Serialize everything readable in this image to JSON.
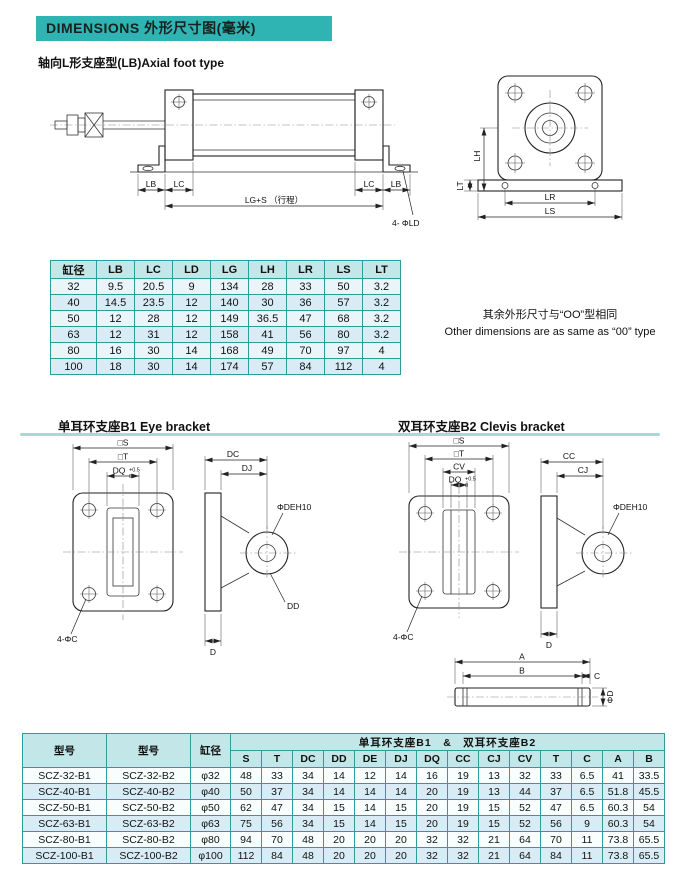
{
  "page": {
    "title": "DIMENSIONS 外形尺寸图(毫米)",
    "subtitle": "轴向L形支座型(LB)Axial foot type",
    "note_cn": "其余外形尺寸与“OO”型相同",
    "note_en": "Other dimensions are as same as “00” type",
    "section_eye": "单耳环支座B1  Eye bracket",
    "section_clevis": "双耳环支座B2  Clevis bracket"
  },
  "drawings": {
    "cyl": {
      "lb_left": "LB",
      "lc_left": "LC",
      "stroke": "LG+S （行程）",
      "lc_right": "LC",
      "lb_right": "LB",
      "foot_hole": "4- ΦLD",
      "lh": "LH",
      "lt": "LT",
      "lr": "LR",
      "ls": "LS"
    },
    "eye": {
      "s": "□S",
      "t": "□T",
      "dq": "DQ",
      "dq_tol_up": "+0.5",
      "dq_tol_dn": "0",
      "corner_holes": "4-ΦC",
      "dc": "DC",
      "dj": "DJ",
      "hole": "ΦDEH10",
      "dd": "DD",
      "d": "D"
    },
    "clevis": {
      "s": "□S",
      "t": "□T",
      "cv": "CV",
      "dq": "DQ",
      "dq_tol_up": "+0.5",
      "dq_tol_dn": "0",
      "corner_holes": "4-ΦC",
      "cc": "CC",
      "cj": "CJ",
      "hole": "ΦDEH10",
      "d": "D"
    },
    "pin": {
      "a": "A",
      "b": "B",
      "c": "C",
      "d": "ΦD"
    }
  },
  "table1": {
    "headers": [
      "缸径",
      "LB",
      "LC",
      "LD",
      "LG",
      "LH",
      "LR",
      "LS",
      "LT"
    ],
    "rows": [
      [
        "32",
        "9.5",
        "20.5",
        "9",
        "134",
        "28",
        "33",
        "50",
        "3.2"
      ],
      [
        "40",
        "14.5",
        "23.5",
        "12",
        "140",
        "30",
        "36",
        "57",
        "3.2"
      ],
      [
        "50",
        "12",
        "28",
        "12",
        "149",
        "36.5",
        "47",
        "68",
        "3.2"
      ],
      [
        "63",
        "12",
        "31",
        "12",
        "158",
        "41",
        "56",
        "80",
        "3.2"
      ],
      [
        "80",
        "16",
        "30",
        "14",
        "168",
        "49",
        "70",
        "97",
        "4"
      ],
      [
        "100",
        "18",
        "30",
        "14",
        "174",
        "57",
        "84",
        "112",
        "4"
      ]
    ]
  },
  "table2": {
    "model_b1_header": "型号",
    "model_b2_header": "型号",
    "bore_header": "缸径",
    "group_header": "单耳环支座B1　&　双耳环支座B2",
    "sub_headers": [
      "S",
      "T",
      "DC",
      "DD",
      "DE",
      "DJ",
      "DQ",
      "CC",
      "CJ",
      "CV",
      "T",
      "C",
      "A",
      "B"
    ],
    "rows": [
      [
        "SCZ-32-B1",
        "SCZ-32-B2",
        "φ32",
        "48",
        "33",
        "34",
        "14",
        "12",
        "14",
        "16",
        "19",
        "13",
        "32",
        "33",
        "6.5",
        "41",
        "33.5"
      ],
      [
        "SCZ-40-B1",
        "SCZ-40-B2",
        "φ40",
        "50",
        "37",
        "34",
        "14",
        "14",
        "14",
        "20",
        "19",
        "13",
        "44",
        "37",
        "6.5",
        "51.8",
        "45.5"
      ],
      [
        "SCZ-50-B1",
        "SCZ-50-B2",
        "φ50",
        "62",
        "47",
        "34",
        "15",
        "14",
        "15",
        "20",
        "19",
        "15",
        "52",
        "47",
        "6.5",
        "60.3",
        "54"
      ],
      [
        "SCZ-63-B1",
        "SCZ-63-B2",
        "φ63",
        "75",
        "56",
        "34",
        "15",
        "14",
        "15",
        "20",
        "19",
        "15",
        "52",
        "56",
        "9",
        "60.3",
        "54"
      ],
      [
        "SCZ-80-B1",
        "SCZ-80-B2",
        "φ80",
        "94",
        "70",
        "48",
        "20",
        "20",
        "20",
        "32",
        "32",
        "21",
        "64",
        "70",
        "11",
        "73.8",
        "65.5"
      ],
      [
        "SCZ-100-B1",
        "SCZ-100-B2",
        "φ100",
        "112",
        "84",
        "48",
        "20",
        "20",
        "20",
        "32",
        "32",
        "21",
        "64",
        "84",
        "11",
        "73.8",
        "65.5"
      ]
    ]
  }
}
